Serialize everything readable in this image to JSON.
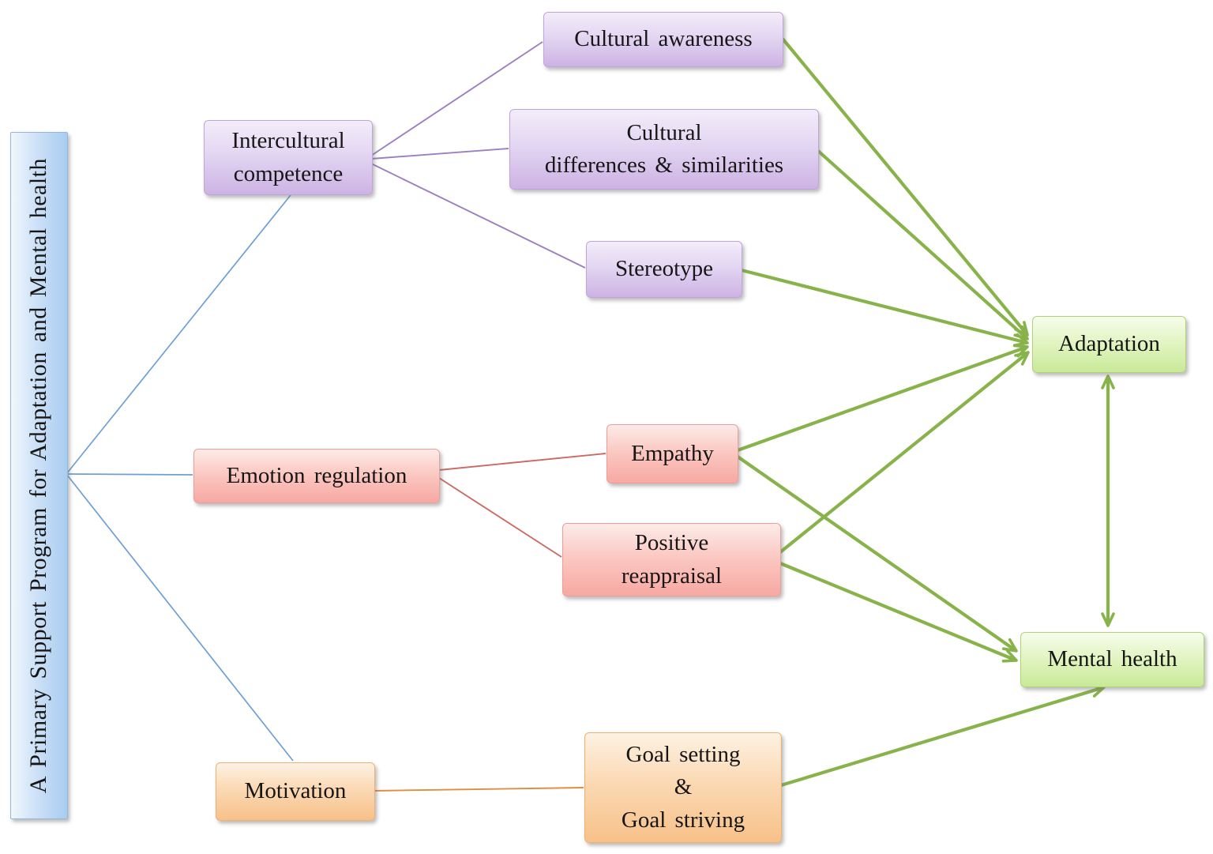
{
  "title_bar": {
    "label": "A Primary Support Program for Adaptation and Mental health"
  },
  "nodes": {
    "intercultural_competence": {
      "label": "Intercultural\ncompetence"
    },
    "cultural_awareness": {
      "label": "Cultural awareness"
    },
    "cultural_differences": {
      "label": "Cultural\ndifferences & similarities"
    },
    "stereotype": {
      "label": "Stereotype"
    },
    "emotion_regulation": {
      "label": "Emotion regulation"
    },
    "empathy": {
      "label": "Empathy"
    },
    "positive_reappraisal": {
      "label": "Positive\nreappraisal"
    },
    "motivation": {
      "label": "Motivation"
    },
    "goal_setting": {
      "label": "Goal setting\n&\nGoal striving"
    },
    "adaptation": {
      "label": "Adaptation"
    },
    "mental_health": {
      "label": "Mental health"
    }
  },
  "edges": [
    {
      "from": "program",
      "to": "intercultural_competence",
      "style": "blue-line"
    },
    {
      "from": "program",
      "to": "emotion_regulation",
      "style": "blue-line"
    },
    {
      "from": "program",
      "to": "motivation",
      "style": "blue-line"
    },
    {
      "from": "intercultural_competence",
      "to": "cultural_awareness",
      "style": "purple-line"
    },
    {
      "from": "intercultural_competence",
      "to": "cultural_differences",
      "style": "purple-line"
    },
    {
      "from": "intercultural_competence",
      "to": "stereotype",
      "style": "purple-line"
    },
    {
      "from": "emotion_regulation",
      "to": "empathy",
      "style": "red-line"
    },
    {
      "from": "emotion_regulation",
      "to": "positive_reappraisal",
      "style": "red-line"
    },
    {
      "from": "motivation",
      "to": "goal_setting",
      "style": "orange-line"
    },
    {
      "from": "cultural_awareness",
      "to": "adaptation",
      "style": "green-arrow"
    },
    {
      "from": "cultural_differences",
      "to": "adaptation",
      "style": "green-arrow"
    },
    {
      "from": "stereotype",
      "to": "adaptation",
      "style": "green-arrow"
    },
    {
      "from": "empathy",
      "to": "adaptation",
      "style": "green-arrow"
    },
    {
      "from": "empathy",
      "to": "mental_health",
      "style": "green-arrow"
    },
    {
      "from": "positive_reappraisal",
      "to": "adaptation",
      "style": "green-arrow"
    },
    {
      "from": "positive_reappraisal",
      "to": "mental_health",
      "style": "green-arrow"
    },
    {
      "from": "goal_setting",
      "to": "mental_health",
      "style": "green-arrow"
    },
    {
      "from": "adaptation",
      "to": "mental_health",
      "style": "green-double-arrow"
    }
  ],
  "colors": {
    "purple_fill": "#cdb3e4",
    "purple_line": "#9b7fc0",
    "pink_fill": "#f8a8a2",
    "red_line": "#cd6a65",
    "orange_fill": "#f7c189",
    "orange_line": "#df8d3e",
    "green_fill": "#c9e997",
    "green_arrow": "#87b34a",
    "blue_fill": "#a9ccf0",
    "blue_line": "#6d9fd4",
    "text": "#161616"
  }
}
